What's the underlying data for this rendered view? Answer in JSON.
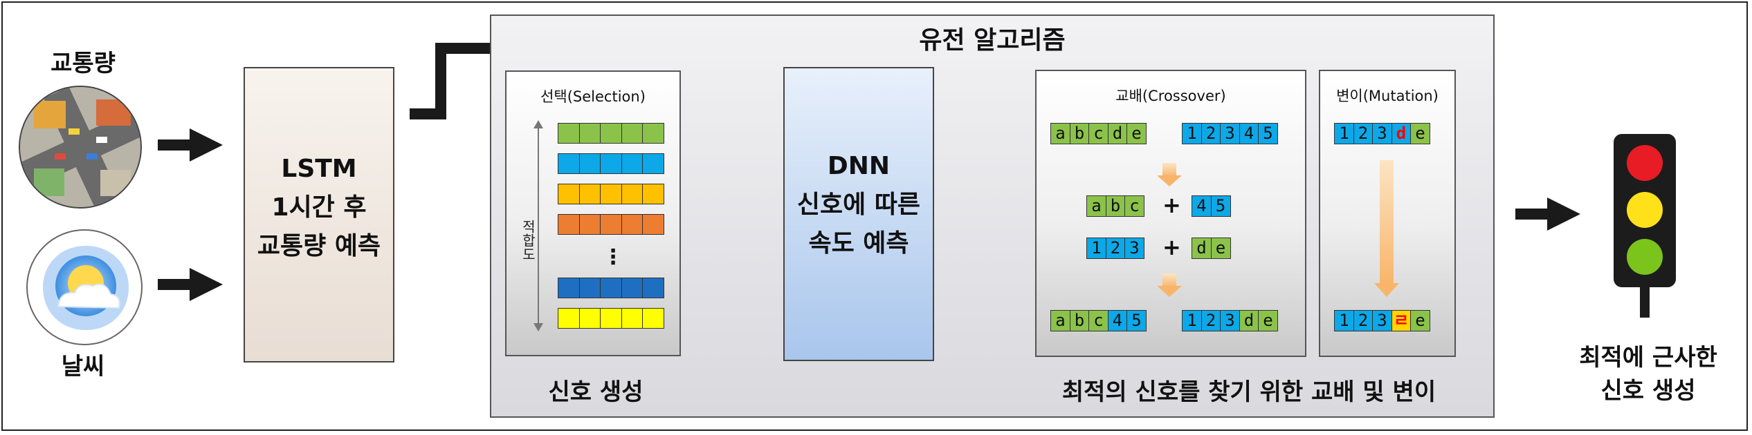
{
  "inputs": {
    "traffic_label": "교통량",
    "weather_label": "날씨"
  },
  "lstm": {
    "line1": "LSTM",
    "line2": "1시간 후",
    "line3": "교통량 예측"
  },
  "ga": {
    "title": "유전 알고리즘",
    "selection": {
      "title": "선택(Selection)",
      "axis_label": "적합도",
      "dots": "⋮",
      "caption": "신호 생성",
      "rows": [
        {
          "color": "#8bc34a"
        },
        {
          "color": "#0ca8e8"
        },
        {
          "color": "#ffc000"
        },
        {
          "color": "#ed7d31"
        },
        {
          "color": "#1e6fc1"
        },
        {
          "color": "#ffff00"
        }
      ]
    },
    "dnn": {
      "line1": "DNN",
      "line2": "신호에 따른",
      "line3": "속도 예측"
    },
    "crossover": {
      "title": "교배(Crossover)",
      "parent1": [
        "a",
        "b",
        "c",
        "d",
        "e"
      ],
      "parent2": [
        "1",
        "2",
        "3",
        "4",
        "5"
      ],
      "split1_left": [
        "a",
        "b",
        "c"
      ],
      "split1_right": [
        "4",
        "5"
      ],
      "split2_left": [
        "1",
        "2",
        "3"
      ],
      "split2_right": [
        "d",
        "e"
      ],
      "plus": "+",
      "child1": [
        "a",
        "b",
        "c",
        "4",
        "5"
      ],
      "child2": [
        "1",
        "2",
        "3",
        "d",
        "e"
      ]
    },
    "mutation": {
      "title": "변이(Mutation)",
      "before": [
        "1",
        "2",
        "3",
        "d",
        "e"
      ],
      "after": [
        "1",
        "2",
        "3",
        "ㄹ",
        "e"
      ],
      "highlight_color": "#ff0000"
    },
    "caption": "최적의 신호를 찾기 위한 교배 및 변이"
  },
  "output": {
    "line1": "최적에 근사한",
    "line2": "신호 생성"
  },
  "colors": {
    "green": "#8bc34a",
    "blue": "#0ca8e8",
    "light_red": "#e81c24",
    "light_yellow": "#ffe11a",
    "light_green": "#7ac41c"
  }
}
